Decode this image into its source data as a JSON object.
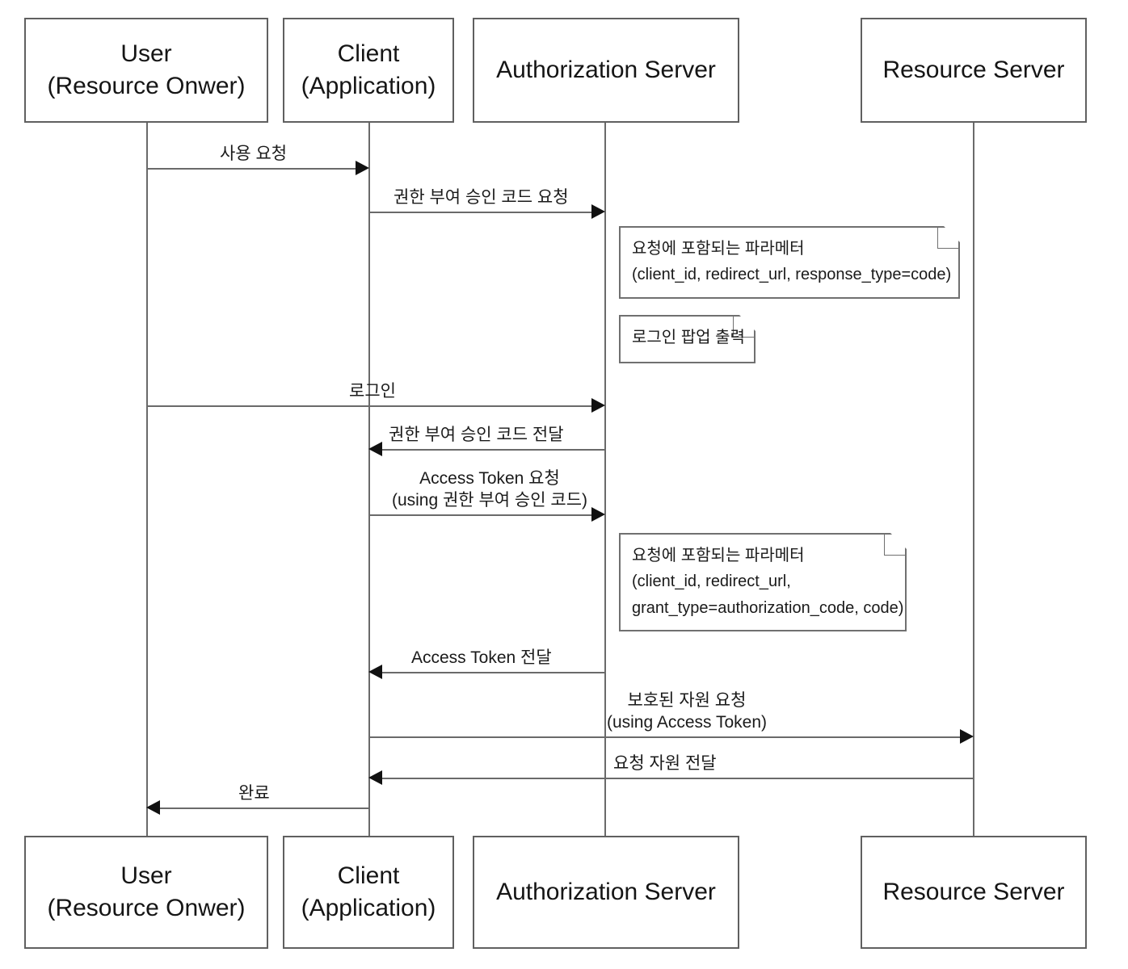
{
  "diagram": {
    "title": "OAuth 2.0 Authorization Code Grant Sequence Diagram",
    "participants": [
      {
        "id": "user",
        "line1": "User",
        "line2": "(Resource Onwer)"
      },
      {
        "id": "client",
        "line1": "Client",
        "line2": "(Application)"
      },
      {
        "id": "auth",
        "line1": "Authorization Server",
        "line2": ""
      },
      {
        "id": "resource",
        "line1": "Resource Server",
        "line2": ""
      }
    ],
    "messages": [
      {
        "id": "m1",
        "label": "사용 요청",
        "from": "user",
        "to": "client",
        "direction": "right"
      },
      {
        "id": "m2",
        "label": "권한 부여 승인 코드 요청",
        "from": "client",
        "to": "auth",
        "direction": "right"
      },
      {
        "id": "m3",
        "label": "로그인",
        "from": "user",
        "to": "auth",
        "direction": "right"
      },
      {
        "id": "m4",
        "label": "권한 부여 승인 코드 전달",
        "from": "auth",
        "to": "client",
        "direction": "left"
      },
      {
        "id": "m5",
        "label_line1": "Access Token 요청",
        "label_line2": "(using 권한 부여 승인 코드)",
        "from": "client",
        "to": "auth",
        "direction": "right"
      },
      {
        "id": "m6",
        "label": "Access Token 전달",
        "from": "auth",
        "to": "client",
        "direction": "left"
      },
      {
        "id": "m7",
        "label_line1": "보호된 자원 요청",
        "label_line2": "(using Access Token)",
        "from": "client",
        "to": "resource",
        "direction": "right"
      },
      {
        "id": "m8",
        "label": "요청 자원 전달",
        "from": "resource",
        "to": "client",
        "direction": "left"
      },
      {
        "id": "m9",
        "label": "완료",
        "from": "client",
        "to": "user",
        "direction": "left"
      }
    ],
    "notes": [
      {
        "id": "note1",
        "line1": "요청에 포함되는 파라메터",
        "line2": "(client_id, redirect_url, response_type=code)",
        "line3": ""
      },
      {
        "id": "note2",
        "line1": "로그인 팝업 출력",
        "line2": "",
        "line3": ""
      },
      {
        "id": "note3",
        "line1": "요청에 포함되는 파라메터",
        "line2": "(client_id, redirect_url,",
        "line3": "grant_type=authorization_code, code)"
      }
    ],
    "colors": {
      "stroke": "#6a6a6a",
      "box_border": "#606060",
      "arrow_fill": "#111111",
      "text": "#1a1a1a",
      "background": "#ffffff"
    }
  }
}
